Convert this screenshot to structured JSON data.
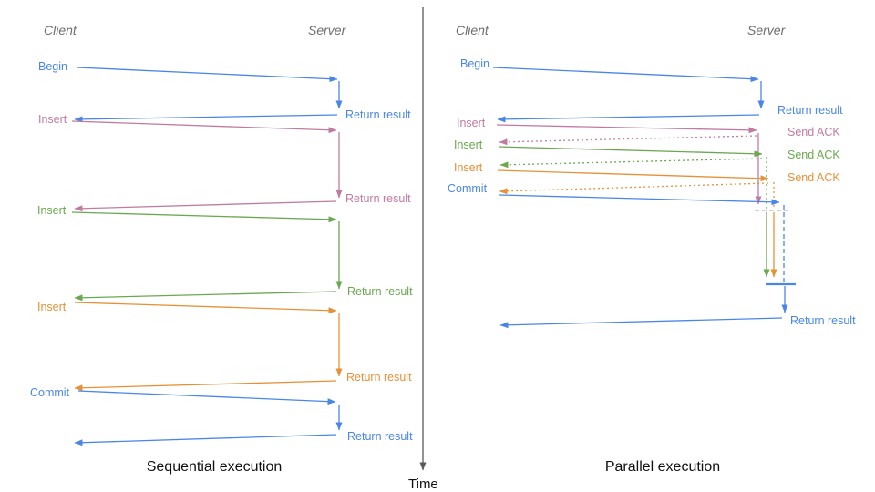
{
  "colors": {
    "blue": "#4a86e8",
    "pink": "#c27ba0",
    "green": "#6aa84f",
    "orange": "#e69138",
    "axis": "#595959",
    "wait": "#b7b7b7",
    "heading": "#6e6e6e",
    "caption": "#111111"
  },
  "time_axis": {
    "label": "Time"
  },
  "panels": [
    {
      "id": "sequential",
      "caption": "Sequential execution",
      "client_label": "Client",
      "server_label": "Server",
      "messages": [
        {
          "label": "Begin",
          "color": "blue",
          "response": "Return result"
        },
        {
          "label": "Insert",
          "color": "pink",
          "response": "Return result"
        },
        {
          "label": "Insert",
          "color": "green",
          "response": "Return result"
        },
        {
          "label": "Insert",
          "color": "orange",
          "response": "Return result"
        },
        {
          "label": "Commit",
          "color": "blue",
          "response": "Return result"
        }
      ]
    },
    {
      "id": "parallel",
      "caption": "Parallel execution",
      "client_label": "Client",
      "server_label": "Server",
      "messages": [
        {
          "label": "Begin",
          "color": "blue",
          "response": "Return result"
        },
        {
          "label": "Insert",
          "color": "pink",
          "response": "Send ACK"
        },
        {
          "label": "Insert",
          "color": "green",
          "response": "Send ACK"
        },
        {
          "label": "Insert",
          "color": "orange",
          "response": "Send ACK"
        },
        {
          "label": "Commit",
          "color": "blue",
          "response": "Return result"
        }
      ]
    }
  ]
}
